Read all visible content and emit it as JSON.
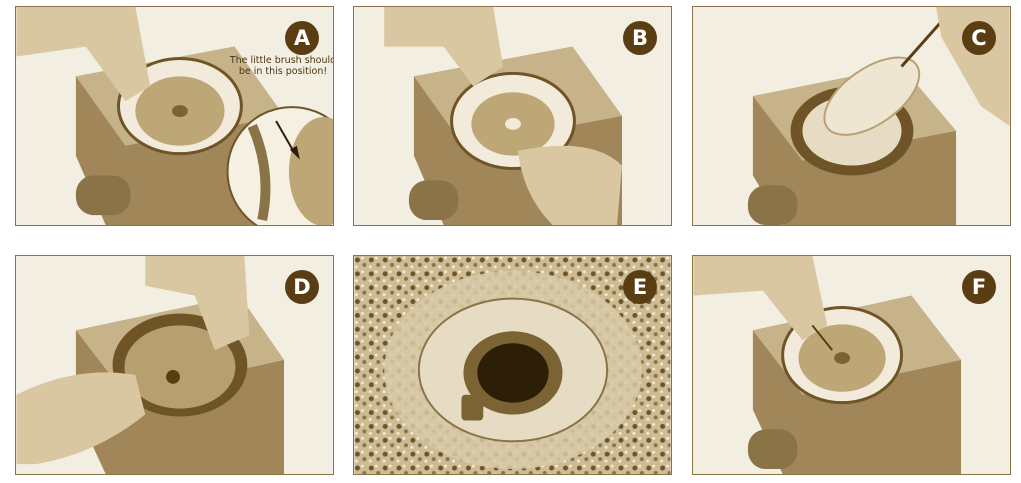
{
  "panels": [
    {
      "letter": "A",
      "step_image": "hand-placing-little-brush-into-grinder",
      "has_note": true
    },
    {
      "letter": "B",
      "step_image": "hands-removing-grinding-stone"
    },
    {
      "letter": "C",
      "step_image": "cleaning-chamber-with-bristle-brush"
    },
    {
      "letter": "D",
      "step_image": "hands-lifting-stone-out-of-chamber"
    },
    {
      "letter": "E",
      "step_image": "close-up-of-grinding-stone-center"
    },
    {
      "letter": "F",
      "step_image": "hand-positioning-little-brush"
    }
  ],
  "callout": {
    "text": "The little brush should be in this position!"
  },
  "colors": {
    "sepia_dark": "#5b3d14",
    "sepia_mid": "#a08658",
    "sepia_light": "#e7dcc3",
    "frame": "#8a7447"
  }
}
